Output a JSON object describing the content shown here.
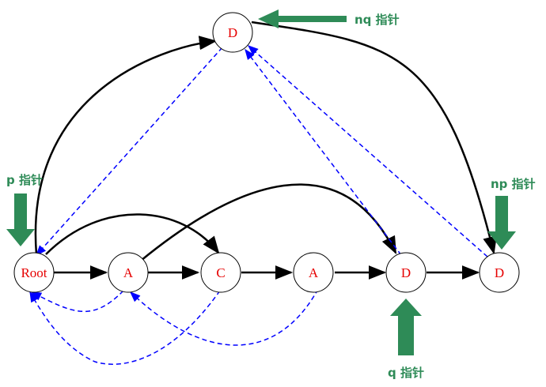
{
  "colors": {
    "node_text": "#e60000",
    "node_stroke": "#000000",
    "node_fill": "#ffffff",
    "pointer": "#2e8b57",
    "solid_edge": "#000000",
    "dashed_edge": "#0000ff"
  },
  "nodes": [
    {
      "id": "root",
      "label": "Root"
    },
    {
      "id": "a1",
      "label": "A"
    },
    {
      "id": "c",
      "label": "C"
    },
    {
      "id": "a2",
      "label": "A"
    },
    {
      "id": "d1",
      "label": "D"
    },
    {
      "id": "d2",
      "label": "D"
    },
    {
      "id": "dtop",
      "label": "D"
    }
  ],
  "pointers": [
    {
      "id": "nq",
      "label": "nq 指针",
      "icon": "arrow-left-icon"
    },
    {
      "id": "p",
      "label": "p 指针",
      "icon": "arrow-down-icon"
    },
    {
      "id": "np",
      "label": "np 指针",
      "icon": "arrow-down-icon"
    },
    {
      "id": "q",
      "label": "q 指针",
      "icon": "arrow-up-icon"
    }
  ],
  "edges": {
    "solid": [
      {
        "from": "root",
        "to": "a1"
      },
      {
        "from": "a1",
        "to": "c"
      },
      {
        "from": "c",
        "to": "a2"
      },
      {
        "from": "a2",
        "to": "d1"
      },
      {
        "from": "d1",
        "to": "d2"
      },
      {
        "from": "root",
        "to": "c"
      },
      {
        "from": "a1",
        "to": "d1"
      },
      {
        "from": "root",
        "to": "dtop"
      },
      {
        "from": "dtop",
        "to": "d2"
      }
    ],
    "dashed": [
      {
        "from": "dtop",
        "to": "root"
      },
      {
        "from": "a1",
        "to": "root"
      },
      {
        "from": "c",
        "to": "root"
      },
      {
        "from": "a2",
        "to": "a1"
      },
      {
        "from": "d1",
        "to": "dtop"
      },
      {
        "from": "d2",
        "to": "dtop"
      }
    ]
  }
}
